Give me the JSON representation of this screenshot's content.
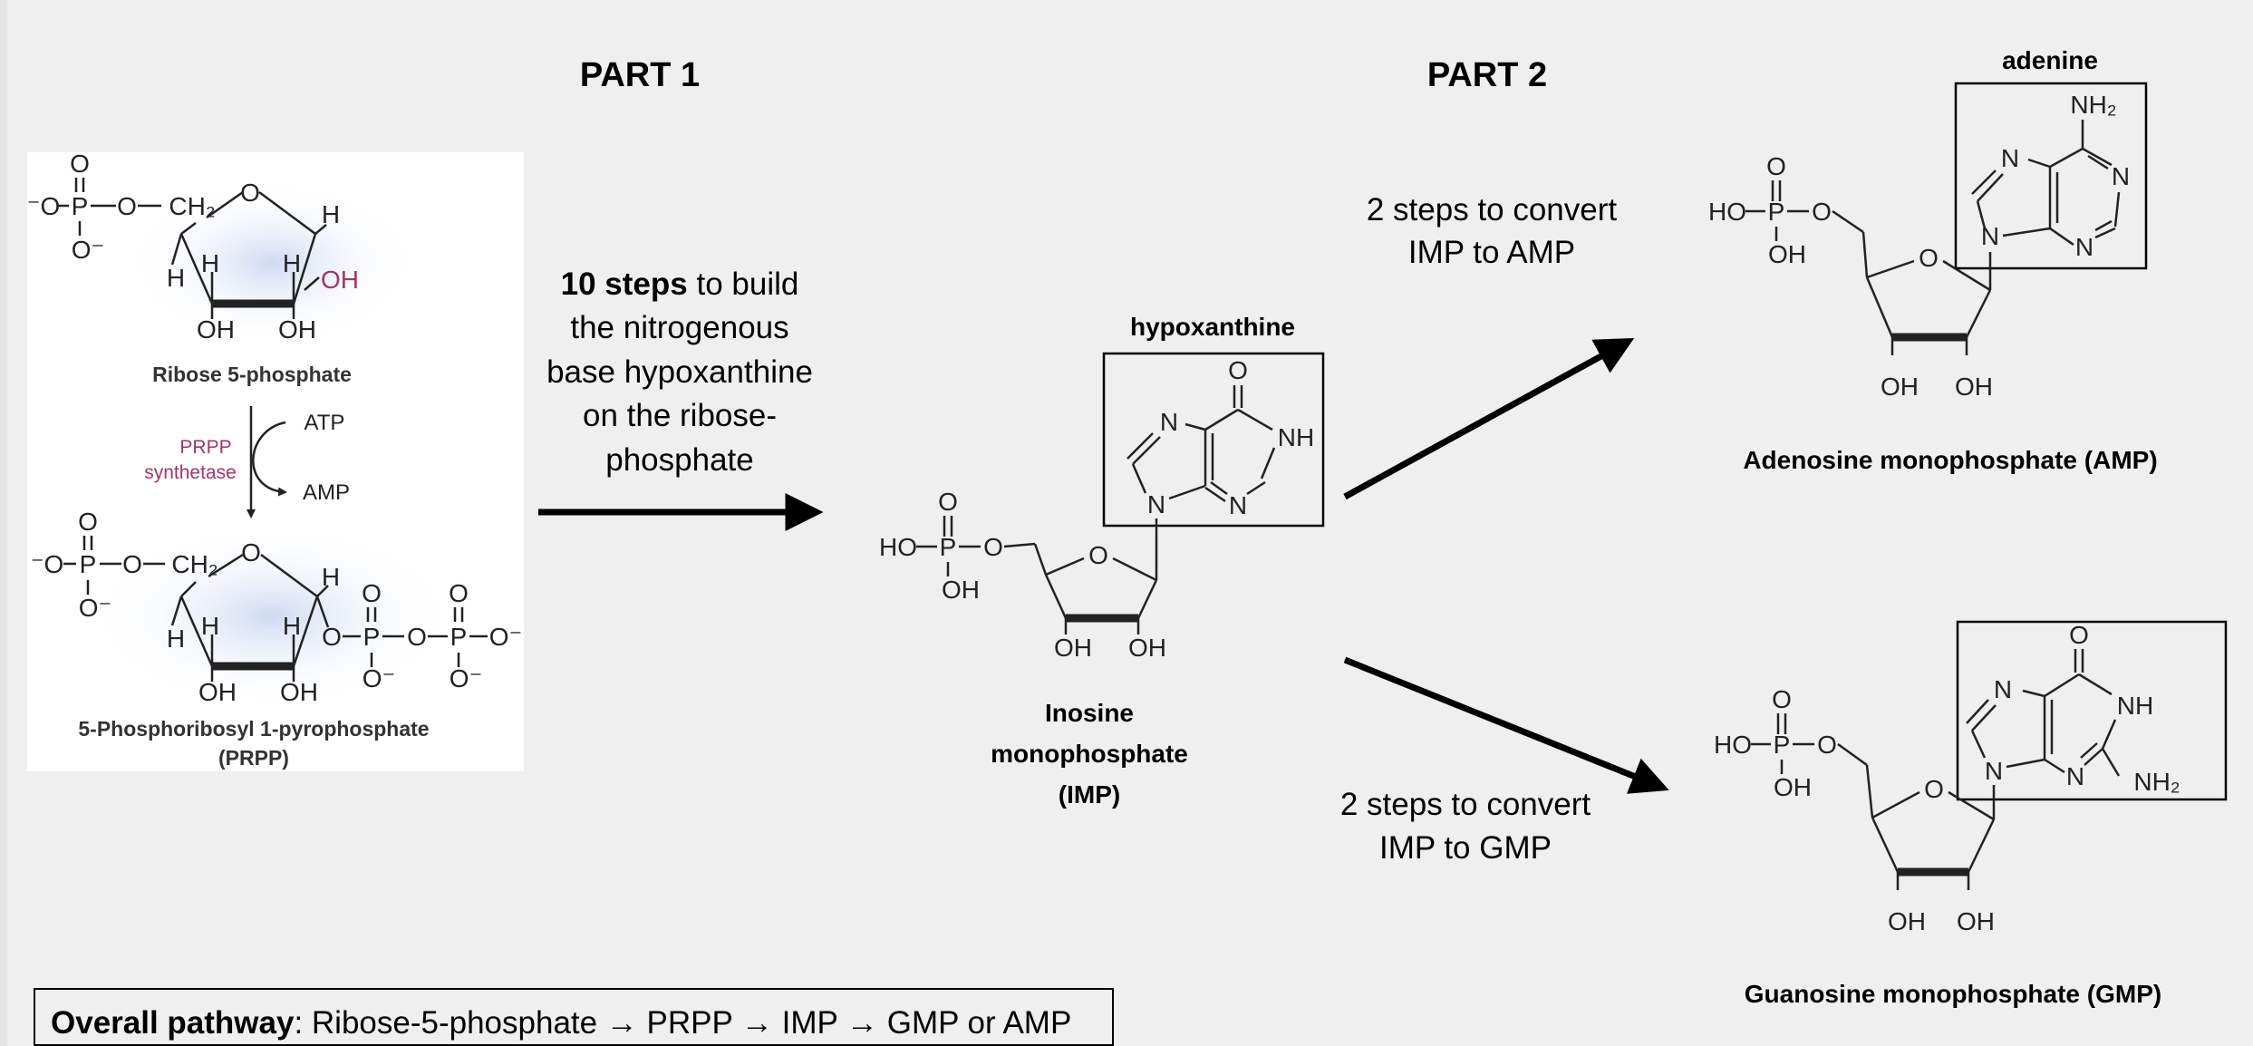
{
  "headers": {
    "part1": "PART 1",
    "part2": "PART 2"
  },
  "part1": {
    "ribose_label": "Ribose 5-phosphate",
    "enzyme_line1": "PRPP",
    "enzyme_line2": "synthetase",
    "atp": "ATP",
    "amp": "AMP",
    "prpp_line1": "5-Phosphoribosyl 1-pyrophosphate",
    "prpp_line2": "(PRPP)",
    "step_text": {
      "bold": "10 steps",
      "rest": " to build",
      "line2": "the nitrogenous",
      "line3": "base hypoxanthine",
      "line4": "on the ribose-",
      "line5": "phosphate"
    }
  },
  "imp": {
    "base_label": "hypoxanthine",
    "name_line1": "Inosine",
    "name_line2": "monophosphate",
    "name_line3": "(IMP)"
  },
  "part2": {
    "amp_steps_line1": "2 steps to convert",
    "amp_steps_line2": "IMP to AMP",
    "gmp_steps_line1": "2 steps to convert",
    "gmp_steps_line2": "IMP to GMP",
    "adenine_label": "adenine",
    "amp_name": "Adenosine monophosphate (AMP)",
    "gmp_name": "Guanosine monophosphate (GMP)"
  },
  "overall": {
    "bold": "Overall pathway",
    "rest": ": Ribose-5-phosphate → PRPP → IMP → GMP or AMP"
  },
  "chem_labels": {
    "O": "O",
    "OH": "OH",
    "HO": "HO",
    "P": "P",
    "H": "H",
    "N": "N",
    "NH": "NH",
    "NH2": "NH₂",
    "CH2": "CH₂",
    "Ominus": "⁻O",
    "Ominus_r": "O⁻"
  },
  "colors": {
    "background": "#efefef",
    "highlight": "#a3346b",
    "ink": "#000000"
  }
}
